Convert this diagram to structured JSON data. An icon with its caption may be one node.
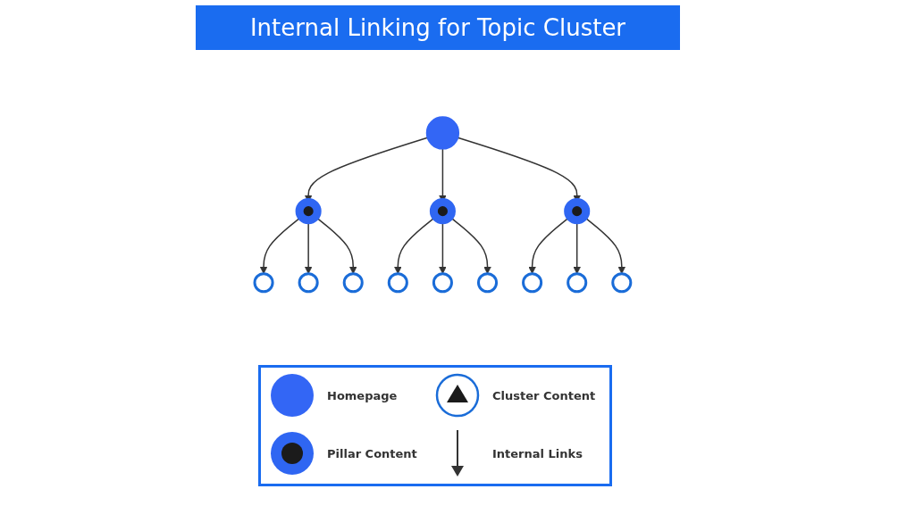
{
  "diagram": {
    "title": "Internal Linking for Topic Cluster",
    "nodes": [
      {
        "text": [],
        "shape": "circle"
      },
      {
        "text": [],
        "shape": "circle"
      },
      {
        "text": [],
        "shape": "circle"
      },
      {
        "text": [],
        "shape": "circle"
      },
      {
        "text": [],
        "shape": "circle"
      },
      {
        "text": [],
        "shape": "circle"
      },
      {
        "text": [],
        "shape": "circle"
      },
      {
        "text": [],
        "shape": "circle"
      },
      {
        "text": [],
        "shape": "circle"
      },
      {
        "text": [],
        "shape": "circle"
      },
      {
        "text": [],
        "shape": "circle"
      },
      {
        "text": [],
        "shape": "circle"
      },
      {
        "text": [],
        "shape": "circle"
      }
    ],
    "edges": [
      {
        "from": 0,
        "to": 1,
        "arrow": "to"
      },
      {
        "from": 0,
        "to": 2,
        "arrow": "to"
      },
      {
        "from": 0,
        "to": 3,
        "arrow": "to"
      },
      {
        "from": 1,
        "to": 4,
        "arrow": "to"
      },
      {
        "from": 1,
        "to": 5,
        "arrow": "to"
      },
      {
        "from": 1,
        "to": 6,
        "arrow": "to"
      },
      {
        "from": 2,
        "to": 7,
        "arrow": "to"
      },
      {
        "from": 2,
        "to": 8,
        "arrow": "to"
      },
      {
        "from": 2,
        "to": 9,
        "arrow": "to"
      },
      {
        "from": 3,
        "to": 10,
        "arrow": "to"
      },
      {
        "from": 3,
        "to": 11,
        "arrow": "to"
      },
      {
        "from": 3,
        "to": 12,
        "arrow": "to"
      }
    ],
    "legend": [
      {
        "text": "Homepage"
      },
      {
        "text": "Cluster Content"
      },
      {
        "text": "Pillar Content"
      },
      {
        "text": "Internal Links"
      }
    ]
  }
}
